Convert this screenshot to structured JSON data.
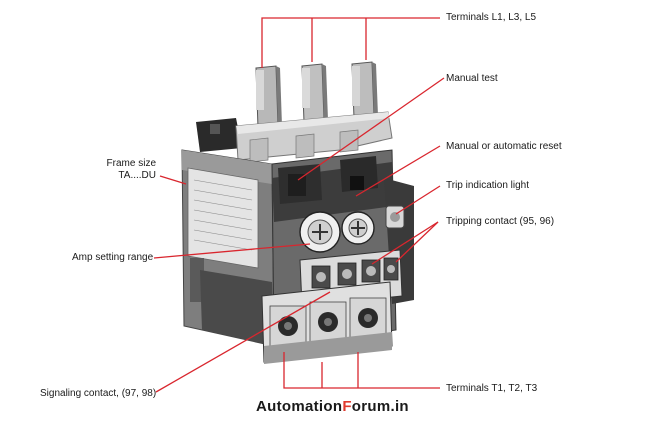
{
  "labels": {
    "terminals_top": "Terminals L1, L3, L5",
    "manual_test": "Manual test",
    "manual_auto_reset": "Manual or automatic reset",
    "trip_light": "Trip indication light",
    "tripping_contact": "Tripping contact (95, 96)",
    "frame_size_line1": "Frame size",
    "frame_size_line2": "TA....DU",
    "amp_setting": "Amp setting range",
    "signaling_contact": "Signaling contact, (97, 98)",
    "terminals_bottom": "Terminals T1, T2, T3"
  },
  "brand": {
    "part1": "Automation",
    "part2": "F",
    "part3": "orum",
    "part4": ".in"
  },
  "colors": {
    "leader": "#d9262e",
    "brand_accent": "#e03a2e"
  }
}
